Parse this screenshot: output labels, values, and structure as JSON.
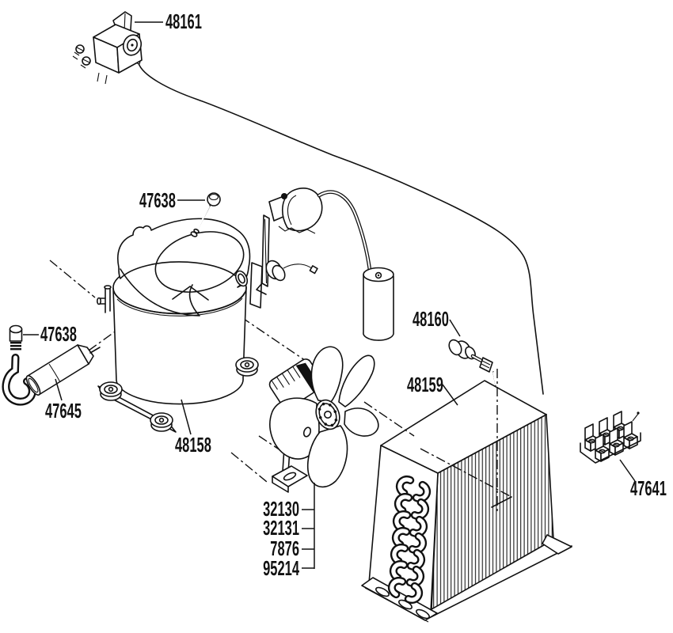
{
  "page": {
    "background": "#ffffff",
    "line_color": "#111111"
  },
  "parts": {
    "thermostat_label": "48161",
    "bolt_top_label": "47638",
    "bolt_left_label": "47638",
    "drier_label": "47645",
    "compressor_label": "48158",
    "fan_labels": [
      "32130",
      "32131",
      "7876",
      "95214"
    ],
    "valve_label": "48160",
    "condenser_label": "48159",
    "terminal_block_label": "47641"
  }
}
